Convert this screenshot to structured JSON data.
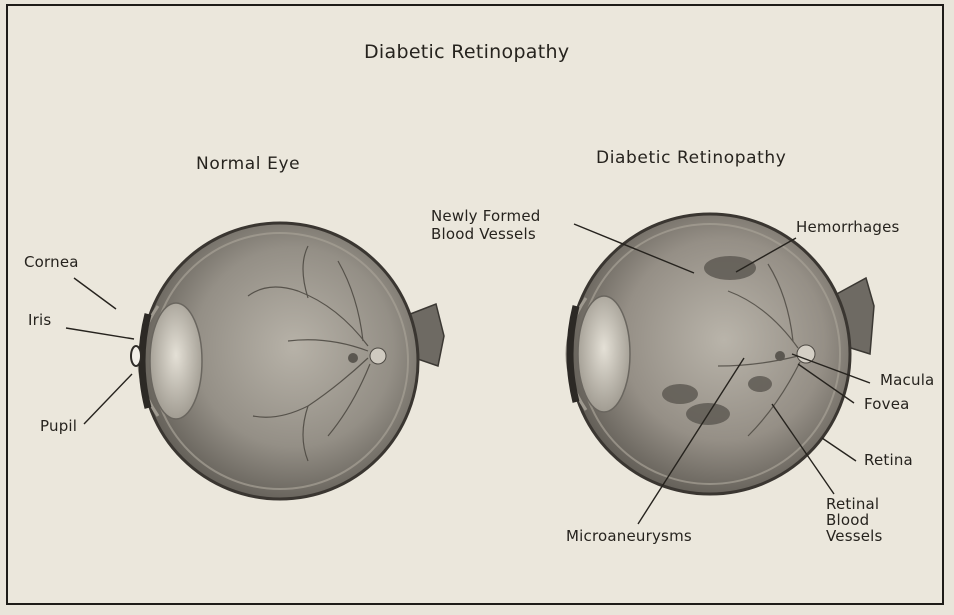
{
  "diagram": {
    "title": "Diabetic Retinopathy",
    "normal_eye": {
      "heading": "Normal Eye",
      "labels": {
        "cornea": "Cornea",
        "iris": "Iris",
        "pupil": "Pupil"
      }
    },
    "diabetic_eye": {
      "heading": "Diabetic Retinopathy",
      "labels": {
        "newly_formed_line1": "Newly Formed",
        "newly_formed_line2": "Blood Vessels",
        "hemorrhages": "Hemorrhages",
        "macula": "Macula",
        "fovea": "Fovea",
        "retina": "Retina",
        "retinal_line1": "Retinal",
        "retinal_line2": "Blood",
        "retinal_line3": "Vessels",
        "microaneurysms": "Microaneurysms"
      }
    },
    "colors": {
      "paper": "#ebe7dc",
      "ink": "#26231e",
      "eyeball": "#8a857c",
      "retina_shade": "#6f6b63"
    }
  }
}
